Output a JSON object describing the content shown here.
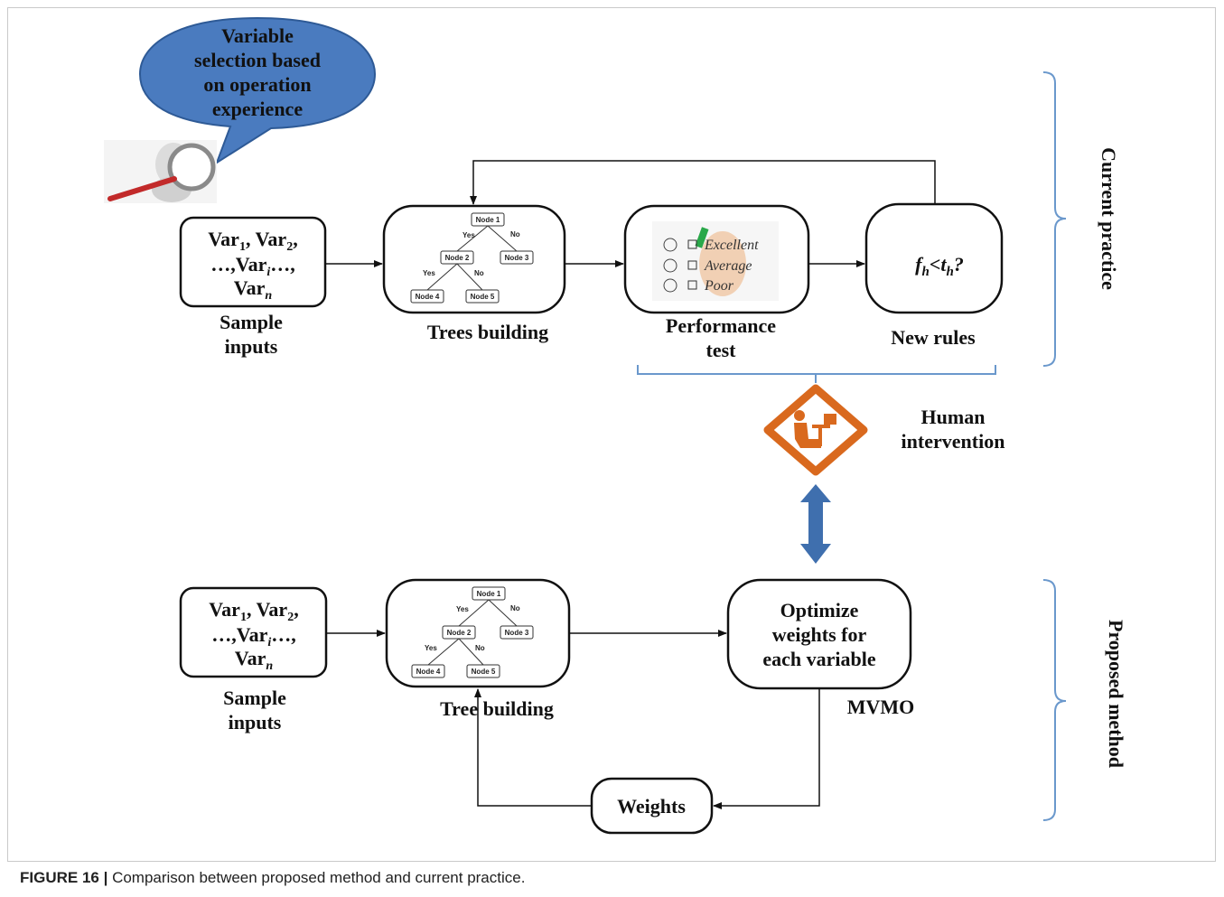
{
  "caption": {
    "figure_label": "FIGURE 16 |",
    "text": " Comparison between proposed method and current practice."
  },
  "bubble": {
    "lines": [
      "Variable",
      "selection based",
      "on operation",
      "experience"
    ]
  },
  "current": {
    "var_box": {
      "line1_a": "Var",
      "line1_a_sub": "1",
      "line1_b": ", Var",
      "line1_b_sub": "2",
      "line1_c": ",",
      "line2_a": "…,Var",
      "line2_sub": "i",
      "line2_b": "…,",
      "line3": "Var",
      "line3_sub": "n"
    },
    "sample_label": [
      "Sample",
      "inputs"
    ],
    "trees_label": "Trees building",
    "perf_label": [
      "Performance",
      "test"
    ],
    "perf_items": [
      "Excellent",
      "Average",
      "Poor"
    ],
    "rule_box": {
      "f": "f",
      "f_sub": "h",
      "lt": "<",
      "t": "t",
      "t_sub": "h",
      "q": "?"
    },
    "rules_label": "New rules",
    "side_label": "Current practice"
  },
  "tree": {
    "nodes": [
      "Node 1",
      "Node 2",
      "Node 3",
      "Node 4",
      "Node 5"
    ],
    "yes": "Yes",
    "no": "No"
  },
  "human": {
    "label": [
      "Human",
      "intervention"
    ],
    "accent": "#d9691e"
  },
  "proposed": {
    "var_box": {
      "line1_a": "Var",
      "line1_a_sub": "1",
      "line1_b": ", Var",
      "line1_b_sub": "2",
      "line1_c": ",",
      "line2_a": "…,Var",
      "line2_sub": "i",
      "line2_b": "…,",
      "line3": "Var",
      "line3_sub": "n"
    },
    "sample_label": [
      "Sample",
      "inputs"
    ],
    "tree_label": "Tree building",
    "opt_box": [
      "Optimize",
      "weights for",
      "each variable"
    ],
    "mvmo_label": "MVMO",
    "weights_label": "Weights",
    "side_label": "Proposed method"
  },
  "colors": {
    "bubble": "#4a7bbf",
    "brace": "#6a98cc",
    "arrow_blue": "#3f6fae"
  }
}
